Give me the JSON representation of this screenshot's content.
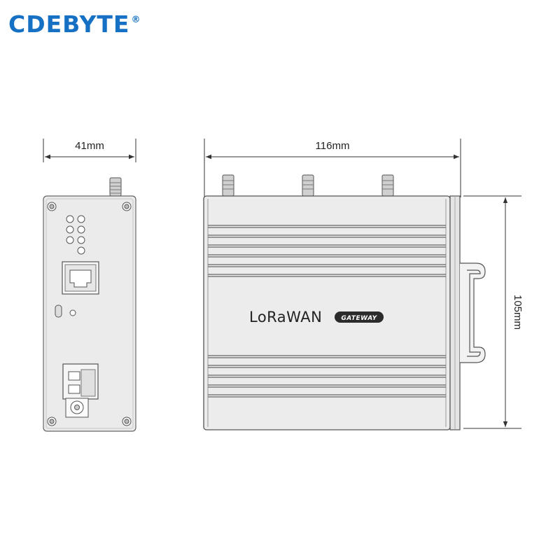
{
  "brand": {
    "name": "CDEBYTE",
    "registered": "®",
    "color": "#1670c4"
  },
  "dimensions": {
    "width_side": "41mm",
    "width_front": "116mm",
    "height": "105mm"
  },
  "product": {
    "logo": "LoRaWAN",
    "badge": "GATEWAY"
  }
}
